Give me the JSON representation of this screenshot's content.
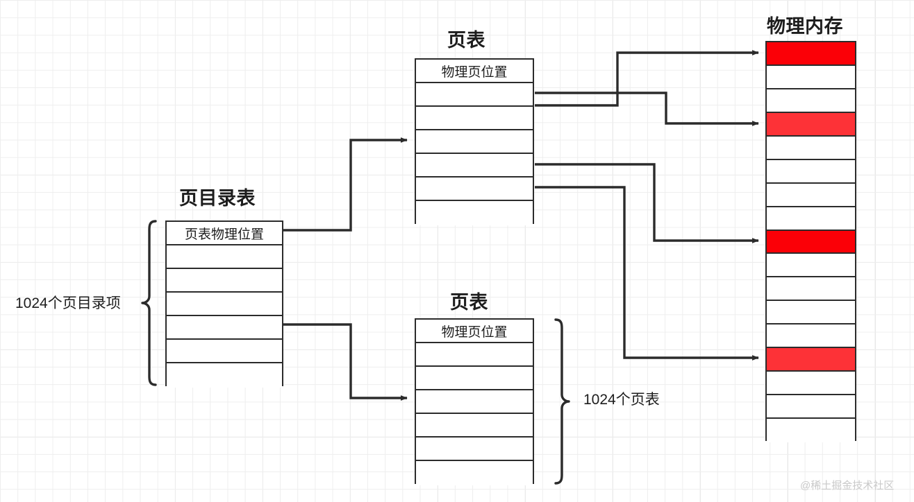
{
  "diagram": {
    "title_page_directory": "页目录表",
    "title_page_table_top": "页表",
    "title_page_table_bottom": "页表",
    "title_physical_memory": "物理内存",
    "label_1024_entries": "1024个页目录项",
    "label_1024_tables": "1024个页表",
    "watermark": "@稀土掘金技术社区"
  },
  "page_directory": {
    "header": "页表物理位置",
    "row_count": 6,
    "rows": [
      "",
      "",
      "",
      "",
      "",
      ""
    ],
    "linked_rows": [
      1,
      5
    ]
  },
  "page_table_top": {
    "header": "物理页位置",
    "row_count": 6,
    "rows": [
      "",
      "",
      "",
      "",
      "",
      ""
    ],
    "linked_rows": [
      1,
      2,
      4,
      5
    ]
  },
  "page_table_bottom": {
    "header": "物理页位置",
    "row_count": 6,
    "rows": [
      "",
      "",
      "",
      "",
      "",
      ""
    ],
    "linked_rows": []
  },
  "physical_memory": {
    "row_count": 17,
    "rows": [
      {
        "index": 1,
        "fill": "red-a"
      },
      {
        "index": 2,
        "fill": "white"
      },
      {
        "index": 3,
        "fill": "white"
      },
      {
        "index": 4,
        "fill": "red-b"
      },
      {
        "index": 5,
        "fill": "white"
      },
      {
        "index": 6,
        "fill": "white"
      },
      {
        "index": 7,
        "fill": "white"
      },
      {
        "index": 8,
        "fill": "white"
      },
      {
        "index": 9,
        "fill": "red-a"
      },
      {
        "index": 10,
        "fill": "white"
      },
      {
        "index": 11,
        "fill": "white"
      },
      {
        "index": 12,
        "fill": "white"
      },
      {
        "index": 13,
        "fill": "white"
      },
      {
        "index": 14,
        "fill": "red-b"
      },
      {
        "index": 15,
        "fill": "white"
      },
      {
        "index": 16,
        "fill": "white"
      },
      {
        "index": 17,
        "fill": "white"
      }
    ],
    "highlighted_rows": [
      1,
      4,
      9,
      14
    ]
  },
  "colors": {
    "stroke": "#2b2b2b",
    "red_strong": "#fb0007",
    "red_light": "#fd3237",
    "grid": "#eeeeee",
    "background": "#ffffff",
    "text": "#1d1d1d",
    "watermark": "#c9c9c9"
  }
}
